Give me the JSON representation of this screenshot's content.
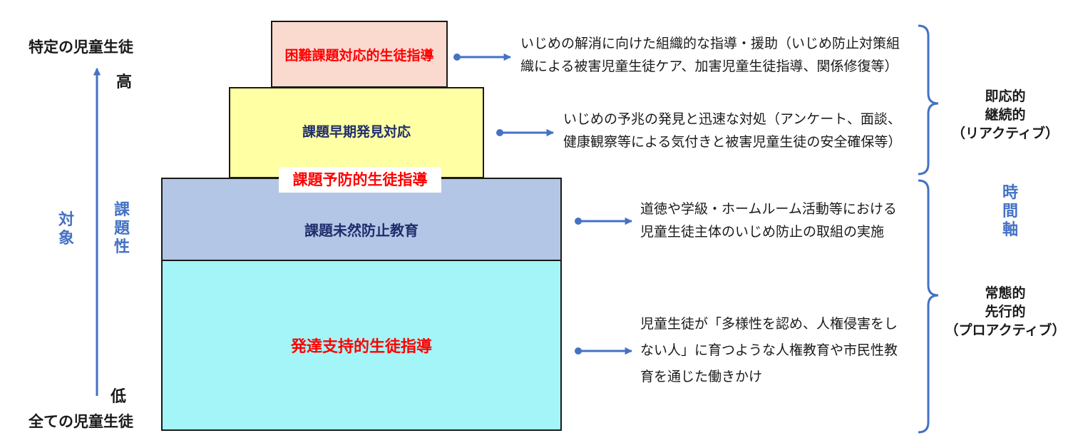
{
  "left_axis": {
    "top_label": "特定の児童生徒",
    "bottom_label": "全ての児童生徒",
    "high_label": "高",
    "low_label": "低",
    "target_label": "対象",
    "issue_label": "課題性"
  },
  "pyramid": {
    "tier1": "困難課題対応的生徒指導",
    "tier2": "課題早期発見対応",
    "tier2_band": "課題予防的生徒指導",
    "tier3": "課題未然防止教育",
    "tier4": "発達支持的生徒指導"
  },
  "descriptions": {
    "d1_line1": "いじめの解消に向けた組織的な指導・援助（いじめ防止対策組",
    "d1_line2": "織による被害児童生徒ケア、加害児童生徒指導、関係修復等）",
    "d2_line1": "いじめの予兆の発見と迅速な対処（アンケート、面談、",
    "d2_line2": "健康観察等による気付きと被害児童生徒の安全確保等）",
    "d3_line1": "道徳や学級・ホームルーム活動等における",
    "d3_line2": "児童生徒主体のいじめ防止の取組の実施",
    "d4_line1": "児童生徒が「多様性を認め、人権侵害をし",
    "d4_line2": "ない人」に育つような人権教育や市民性教",
    "d4_line3": "育を通じた働きかけ"
  },
  "right_axis": {
    "reactive_line1": "即応的",
    "reactive_line2": "継続的",
    "reactive_line3": "（リアクティブ）",
    "time_axis": "時間軸",
    "proactive_line1": "常態的",
    "proactive_line2": "先行的",
    "proactive_line3": "（プロアクティブ）"
  },
  "colors": {
    "tier1_fill": "#FAD9CF",
    "tier2_fill": "#FFFFA3",
    "tier3_fill": "#B3C6E6",
    "tier4_fill": "#A4F5F7",
    "red_text": "#FF0000",
    "navy_text": "#1F2D6B",
    "accent_blue": "#4472C4"
  }
}
